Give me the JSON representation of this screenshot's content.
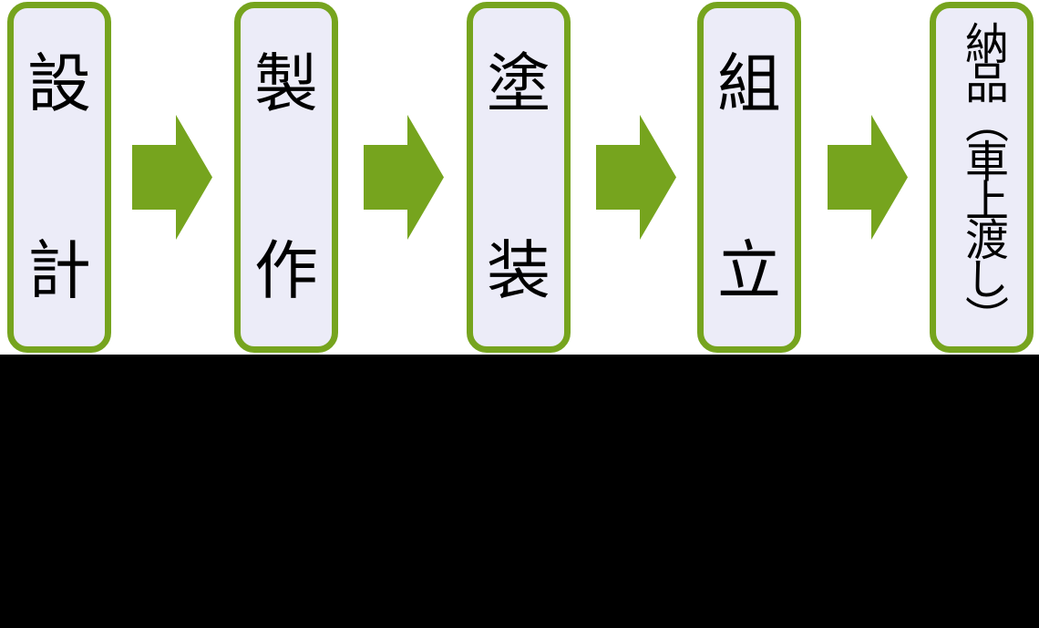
{
  "diagram": {
    "type": "process-flow",
    "direction": "left-to-right",
    "steps": [
      {
        "label": "設計",
        "chars": [
          "設",
          "計"
        ]
      },
      {
        "label": "製作",
        "chars": [
          "製",
          "作"
        ]
      },
      {
        "label": "塗装",
        "chars": [
          "塗",
          "装"
        ]
      },
      {
        "label": "組立",
        "chars": [
          "組",
          "立"
        ]
      },
      {
        "label": "納品（車上渡し）"
      }
    ],
    "connector": "arrow-right-icon",
    "colors": {
      "box_border_green": "#76a41e",
      "arrow_green": "#76a41e",
      "box_fill": "#ececf8",
      "background_top": "#ffffff",
      "background_bottom": "#000000"
    }
  }
}
